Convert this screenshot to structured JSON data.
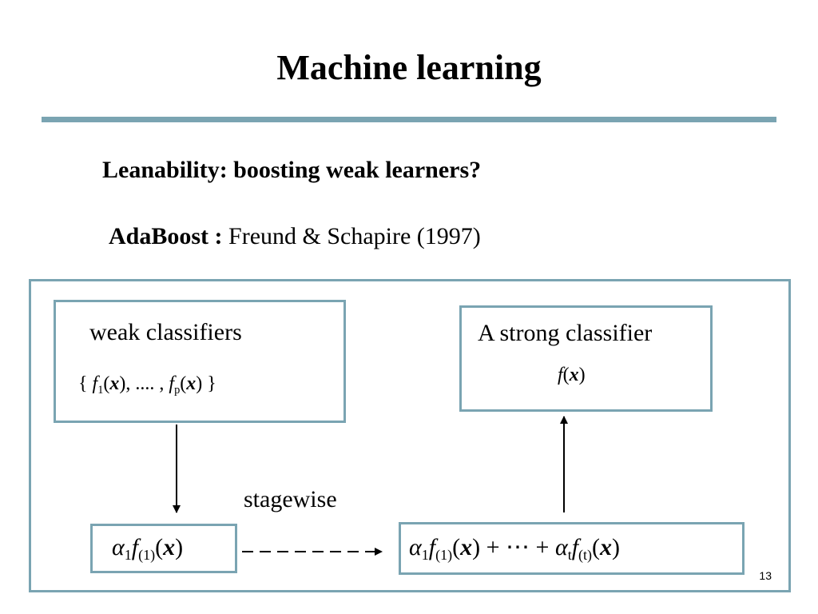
{
  "slide": {
    "title": "Machine learning",
    "subtitle": "Leanability:  boosting weak learners?",
    "adaboost_label": "AdaBoost :",
    "adaboost_citation": "Freund & Schapire (1997)",
    "page_number": "13"
  },
  "diagram": {
    "weak_box": {
      "label": "weak classifiers",
      "formula_open": "{",
      "formula_f1": "f",
      "formula_sub1": "1",
      "formula_x1": "x",
      "formula_middle": "), .... ,",
      "formula_fp": "f",
      "formula_subp": "p",
      "formula_xp": "x",
      "formula_close": ") }"
    },
    "strong_box": {
      "label": "A strong classifier",
      "formula_f": "f",
      "formula_x": "x"
    },
    "stage_label": "stagewise",
    "stage1_box": {
      "alpha": "α",
      "alpha_sub": "1",
      "f": "f",
      "f_sub": "(1)",
      "x": "x"
    },
    "stageT_box": {
      "alpha1": "α",
      "alpha1_sub": "1",
      "f1": "f",
      "f1_sub": "(1)",
      "x1": "x",
      "plus_dots_plus": "+ ⋯ +",
      "alphat": "α",
      "alphat_sub": "t",
      "ft": "f",
      "ft_sub": "(t)",
      "xt": "x"
    }
  },
  "colors": {
    "accent": "#7aa4b2",
    "text": "#000000"
  }
}
